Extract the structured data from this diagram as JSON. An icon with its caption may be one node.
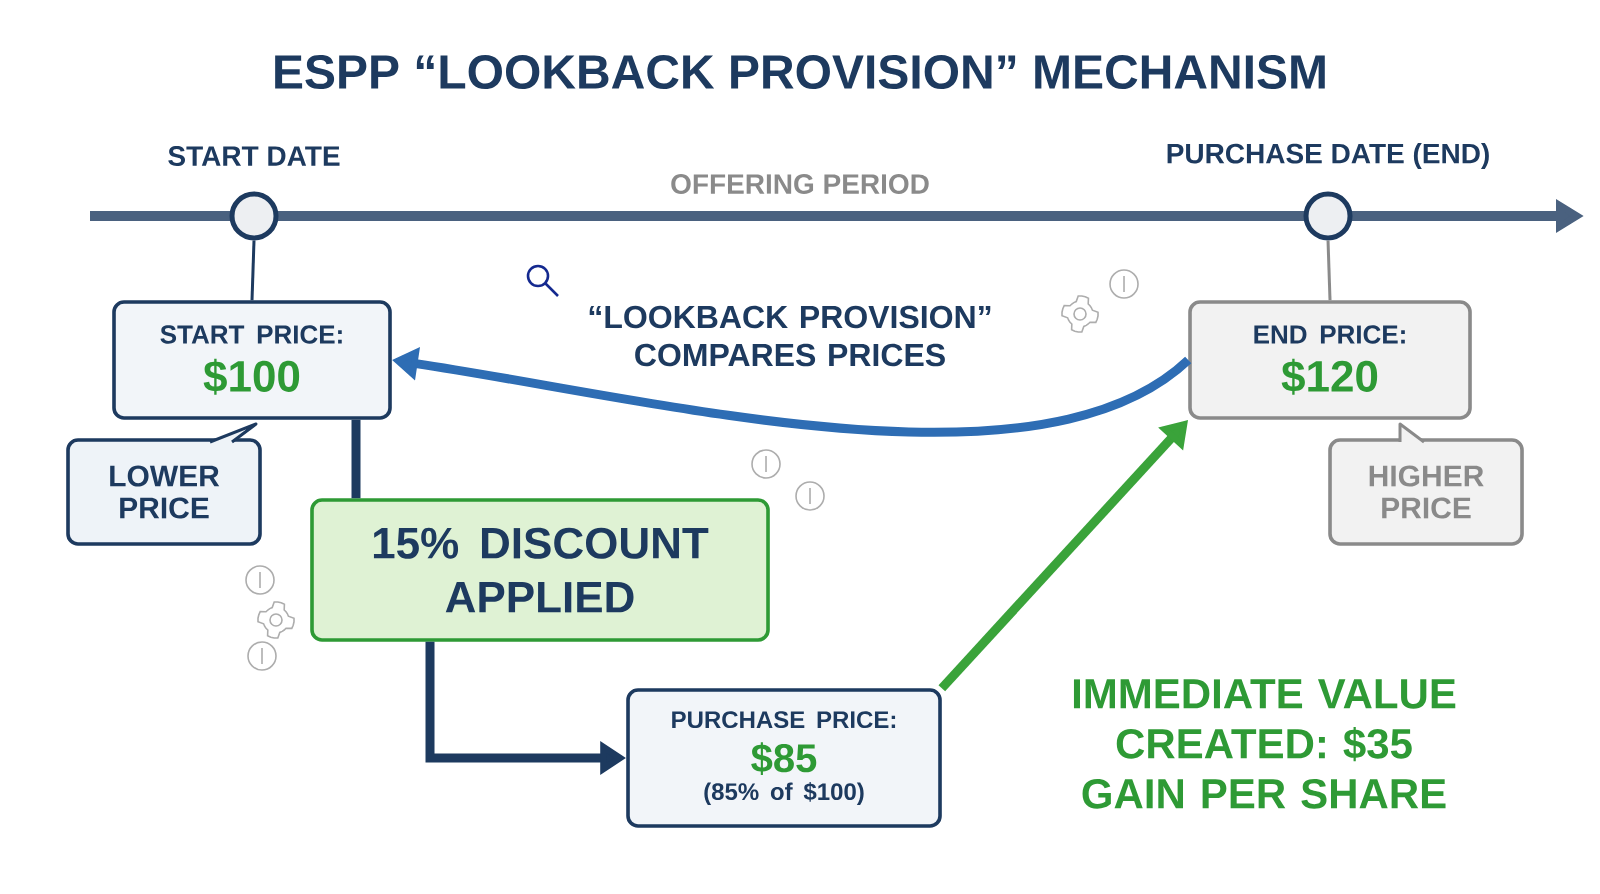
{
  "diagram": {
    "title": "ESPP “LOOKBACK PROVISION” MECHANISM",
    "nodes": [
      {
        "text": [],
        "shape": "circle",
        "beside": [
          "START DATE"
        ]
      },
      {
        "text": [],
        "shape": "circle",
        "beside": [
          "PURCHASE DATE (END)"
        ]
      },
      {
        "text": [
          "START PRICE:",
          "$100"
        ]
      },
      {
        "text": [
          "LOWER PRICE"
        ]
      },
      {
        "text": [
          "END PRICE:",
          "$120"
        ]
      },
      {
        "text": [
          "HIGHER PRICE"
        ]
      },
      {
        "text": [
          "15% DISCOUNT APPLIED"
        ]
      },
      {
        "text": [
          "PURCHASE PRICE:",
          "$85",
          "(85% of $100)"
        ]
      }
    ],
    "edges": [
      {
        "from": 0,
        "to": 2,
        "arrow": "none"
      },
      {
        "from": 1,
        "to": 4,
        "arrow": "none",
        "color": "#8a8a8a"
      },
      {
        "from": 2,
        "to": 6,
        "arrow": "none"
      },
      {
        "from": 6,
        "to": 7,
        "arrow": "to"
      },
      {
        "from": 4,
        "to": 2,
        "arrow": "to",
        "color": "#2e6db4",
        "label": "“LOOKBACK PROVISION” COMPARES PRICES"
      },
      {
        "from": 7,
        "to": 4,
        "arrow": "to",
        "color": "#3aa33a",
        "label": "IMMEDIATE VALUE CREATED: $35 GAIN PER SHARE"
      }
    ],
    "labels": [
      "OFFERING PERIOD"
    ]
  }
}
